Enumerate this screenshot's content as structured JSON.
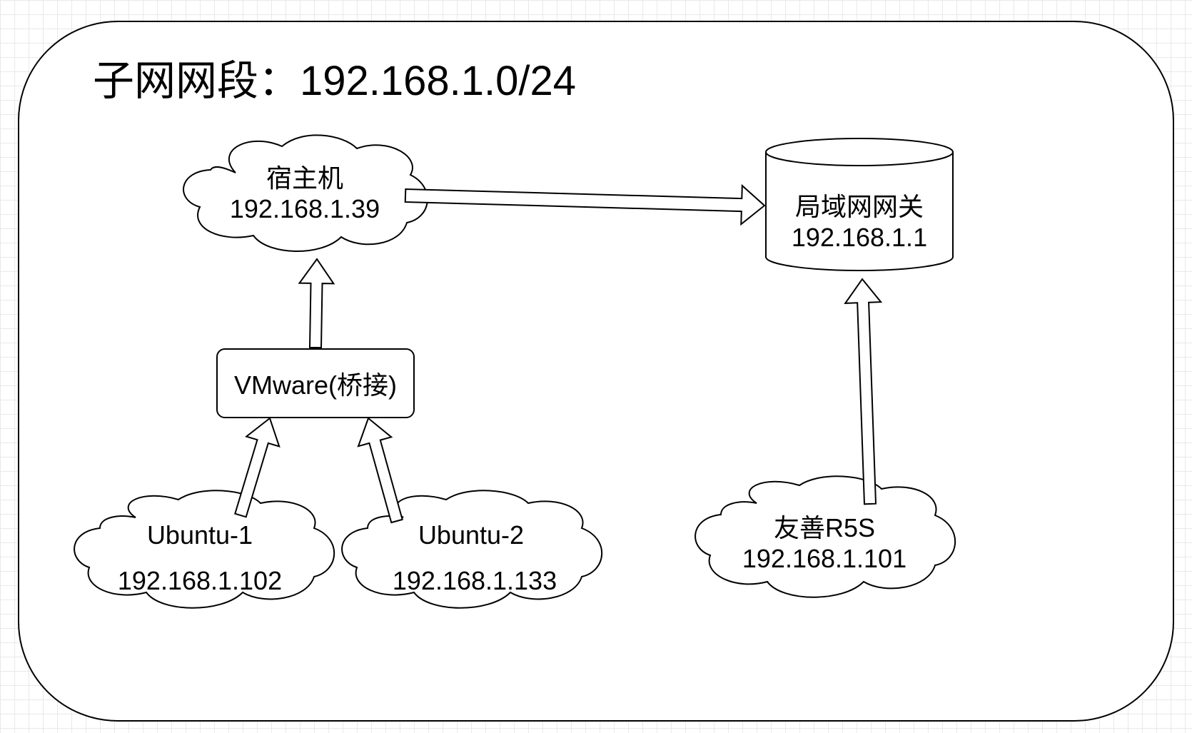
{
  "diagram": {
    "title": "子网网段：192.168.1.0/24",
    "nodes": {
      "host": {
        "name": "宿主机",
        "ip": "192.168.1.39",
        "shape": "cloud"
      },
      "gateway": {
        "name": "局域网网关",
        "ip": "192.168.1.1",
        "shape": "cylinder"
      },
      "vmware": {
        "name": "VMware(桥接)",
        "shape": "rounded-rectangle"
      },
      "ubuntu1": {
        "name": "Ubuntu-1",
        "ip": "192.168.1.102",
        "shape": "cloud"
      },
      "ubuntu2": {
        "name": "Ubuntu-2",
        "ip": "192.168.1.133",
        "shape": "cloud"
      },
      "r5s": {
        "name": "友善R5S",
        "ip": "192.168.1.101",
        "shape": "cloud"
      }
    },
    "edges": [
      {
        "from": "ubuntu1",
        "to": "vmware",
        "style": "hollow-arrow"
      },
      {
        "from": "ubuntu2",
        "to": "vmware",
        "style": "hollow-arrow"
      },
      {
        "from": "vmware",
        "to": "host",
        "style": "hollow-arrow"
      },
      {
        "from": "host",
        "to": "gateway",
        "style": "hollow-arrow"
      },
      {
        "from": "r5s",
        "to": "gateway",
        "style": "hollow-arrow"
      }
    ]
  }
}
